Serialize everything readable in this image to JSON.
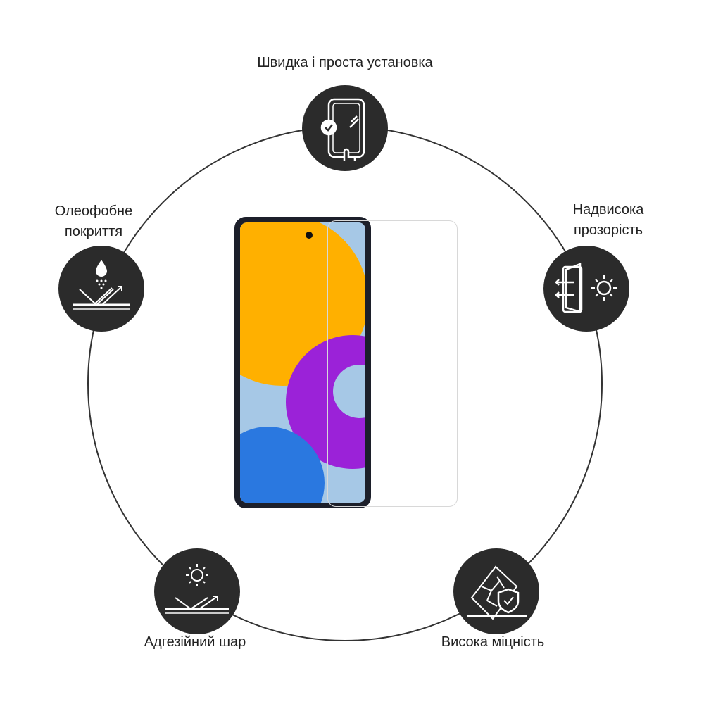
{
  "features": {
    "top": "Швидка і проста установка",
    "left_line1": "Олеофобне",
    "left_line2": "покриття",
    "right_line1": "Надвисока",
    "right_line2": "прозорість",
    "bottom_left": "Адгезійний шар",
    "bottom_right": "Висока міцність"
  },
  "colors": {
    "icon_bg": "#2b2b2b",
    "orange": "#ffb000",
    "purple": "#9b22d8",
    "blue": "#2a78e0",
    "sky": "#a6c8e6"
  }
}
